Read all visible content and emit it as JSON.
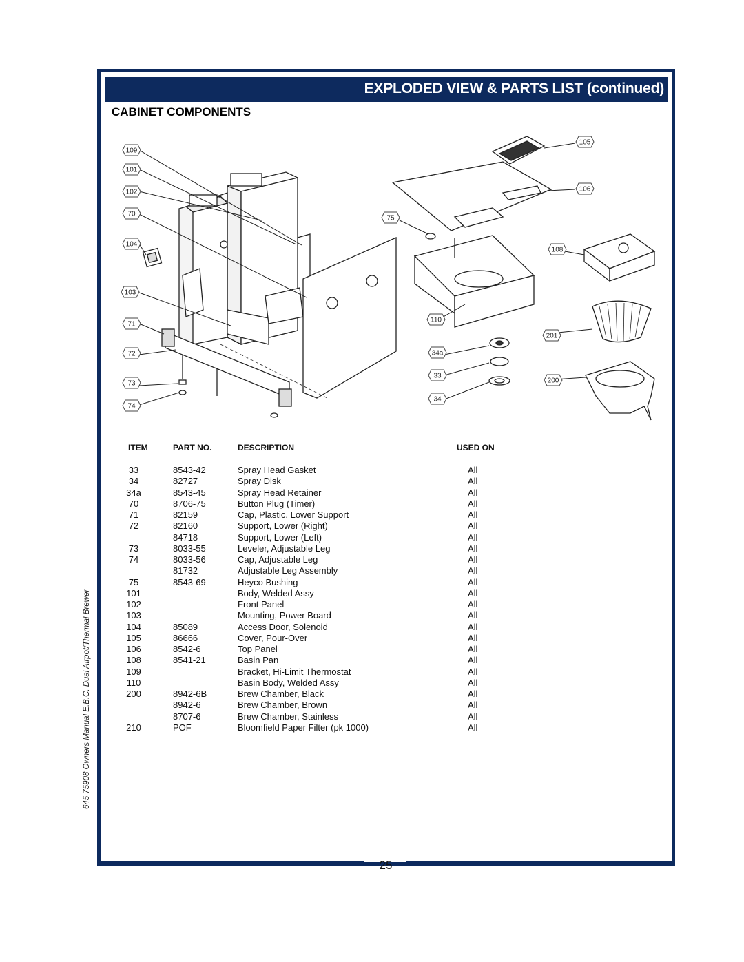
{
  "header": {
    "banner_title": "EXPLODED VIEW & PARTS LIST (continued)",
    "section_title": "CABINET COMPONENTS"
  },
  "diagram": {
    "callouts": [
      "109",
      "101",
      "102",
      "70",
      "104",
      "103",
      "71",
      "72",
      "73",
      "74",
      "75",
      "105",
      "106",
      "108",
      "110",
      "201",
      "34a",
      "33",
      "34",
      "200"
    ]
  },
  "table": {
    "headers": {
      "item": "ITEM",
      "part": "PART NO.",
      "desc": "DESCRIPTION",
      "used": "USED ON"
    },
    "rows": [
      {
        "item": "33",
        "part": "8543-42",
        "desc": "Spray Head Gasket",
        "used": "All"
      },
      {
        "item": "34",
        "part": "82727",
        "desc": "Spray Disk",
        "used": "All"
      },
      {
        "item": "34a",
        "part": "8543-45",
        "desc": "Spray Head Retainer",
        "used": "All"
      },
      {
        "item": "70",
        "part": "8706-75",
        "desc": "Button Plug (Timer)",
        "used": "All"
      },
      {
        "item": "71",
        "part": "82159",
        "desc": "Cap, Plastic, Lower Support",
        "used": "All"
      },
      {
        "item": "72",
        "part": "82160",
        "desc": "Support, Lower (Right)",
        "used": "All"
      },
      {
        "item": "",
        "part": "84718",
        "desc": "Support, Lower (Left)",
        "used": "All"
      },
      {
        "item": "73",
        "part": "8033-55",
        "desc": "Leveler, Adjustable Leg",
        "used": "All"
      },
      {
        "item": "74",
        "part": "8033-56",
        "desc": "Cap, Adjustable Leg",
        "used": "All"
      },
      {
        "item": "",
        "part": "81732",
        "desc": "Adjustable Leg Assembly",
        "used": "All"
      },
      {
        "item": "75",
        "part": "8543-69",
        "desc": "Heyco Bushing",
        "used": "All"
      },
      {
        "item": "101",
        "part": "",
        "desc": "Body, Welded Assy",
        "used": "All"
      },
      {
        "item": "102",
        "part": "",
        "desc": "Front Panel",
        "used": "All"
      },
      {
        "item": "103",
        "part": "",
        "desc": "Mounting, Power Board",
        "used": "All"
      },
      {
        "item": "104",
        "part": "85089",
        "desc": "Access Door, Solenoid",
        "used": "All"
      },
      {
        "item": "105",
        "part": "86666",
        "desc": "Cover, Pour-Over",
        "used": "All"
      },
      {
        "item": "106",
        "part": "8542-6",
        "desc": "Top Panel",
        "used": "All"
      },
      {
        "item": "108",
        "part": "8541-21",
        "desc": "Basin Pan",
        "used": "All"
      },
      {
        "item": "109",
        "part": "",
        "desc": "Bracket, Hi-Limit Thermostat",
        "used": "All"
      },
      {
        "item": "110",
        "part": "",
        "desc": "Basin Body, Welded Assy",
        "used": "All"
      },
      {
        "item": "200",
        "part": "8942-6B",
        "desc": "Brew Chamber, Black",
        "used": "All"
      },
      {
        "item": "",
        "part": "8942-6",
        "desc": "Brew Chamber, Brown",
        "used": "All"
      },
      {
        "item": "",
        "part": "8707-6",
        "desc": "Brew Chamber, Stainless",
        "used": "All"
      },
      {
        "item": "210",
        "part": "POF",
        "desc": "Bloomfield Paper Filter (pk 1000)",
        "used": "All"
      }
    ]
  },
  "side_text": "645  75908 Owners Manual E.B.C. Dual Airpot/Thermal Brewer",
  "page_number": "25",
  "colors": {
    "brand_navy": "#0d2a5e"
  }
}
